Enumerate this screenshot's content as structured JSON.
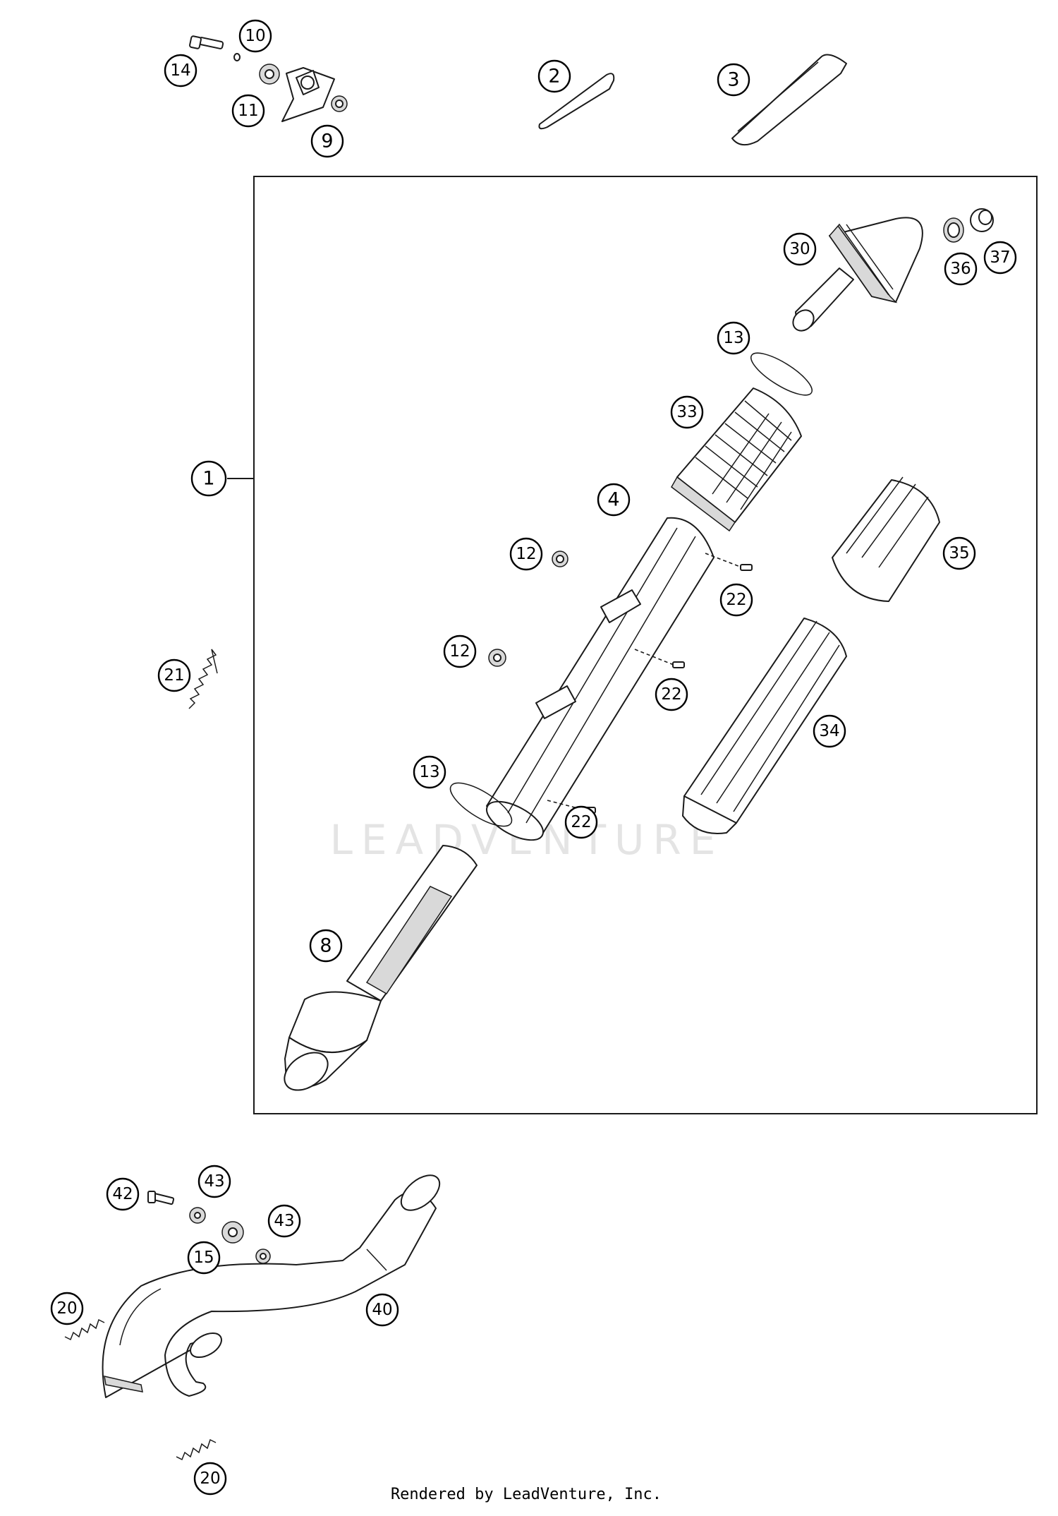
{
  "callouts": [
    {
      "id": "c10",
      "label": "10"
    },
    {
      "id": "c14",
      "label": "14"
    },
    {
      "id": "c11",
      "label": "11"
    },
    {
      "id": "c9",
      "label": "9"
    },
    {
      "id": "c2",
      "label": "2"
    },
    {
      "id": "c3",
      "label": "3"
    },
    {
      "id": "c30",
      "label": "30"
    },
    {
      "id": "c36",
      "label": "36"
    },
    {
      "id": "c37",
      "label": "37"
    },
    {
      "id": "c13a",
      "label": "13"
    },
    {
      "id": "c33",
      "label": "33"
    },
    {
      "id": "c1",
      "label": "1"
    },
    {
      "id": "c4",
      "label": "4"
    },
    {
      "id": "c12a",
      "label": "12"
    },
    {
      "id": "c22a",
      "label": "22"
    },
    {
      "id": "c35",
      "label": "35"
    },
    {
      "id": "c21",
      "label": "21"
    },
    {
      "id": "c12b",
      "label": "12"
    },
    {
      "id": "c22b",
      "label": "22"
    },
    {
      "id": "c34",
      "label": "34"
    },
    {
      "id": "c13b",
      "label": "13"
    },
    {
      "id": "c22c",
      "label": "22"
    },
    {
      "id": "c8",
      "label": "8"
    },
    {
      "id": "c42",
      "label": "42"
    },
    {
      "id": "c43a",
      "label": "43"
    },
    {
      "id": "c43b",
      "label": "43"
    },
    {
      "id": "c15",
      "label": "15"
    },
    {
      "id": "c40",
      "label": "40"
    },
    {
      "id": "c20a",
      "label": "20"
    },
    {
      "id": "c20b",
      "label": "20"
    }
  ],
  "watermark": "LEADVENTURE",
  "credit": "Rendered by LeadVenture, Inc."
}
